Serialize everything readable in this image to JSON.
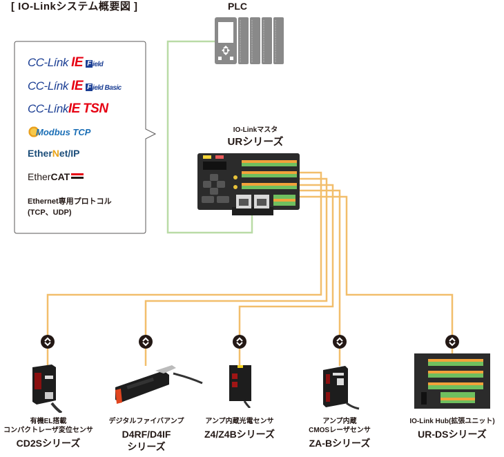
{
  "title": "[ IO-Linkシステム概要図 ]",
  "plc": {
    "label": "PLC"
  },
  "protocols": {
    "items": [
      {
        "name": "cc-link-ie-field",
        "prefix": "CC-Línk",
        "ie": "IE",
        "box": "F",
        "suffix": "ield"
      },
      {
        "name": "cc-link-ie-field-basic",
        "prefix": "CC-Línk",
        "ie": "IE",
        "box": "F",
        "suffix": "ield Basic"
      },
      {
        "name": "cc-link-ie-tsn",
        "prefix": "CC-Línk",
        "ie": "IE",
        "suffix": "TSN"
      },
      {
        "name": "modbus-tcp",
        "text": "Modbus TCP"
      },
      {
        "name": "ethernet-ip",
        "pre": "Ether",
        "n": "N",
        "post": "et/IP"
      },
      {
        "name": "ethercat",
        "pre": "Ether",
        "bold": "CAT"
      }
    ],
    "ethernet_line1": "Ethernet専用プロトコル",
    "ethernet_line2": "(TCP、UDP)"
  },
  "master": {
    "subtitle": "IO-Linkマスタ",
    "title": "URシリーズ"
  },
  "devices": [
    {
      "name": "cd2s",
      "line1": "有機EL搭載",
      "line2": "コンパクトレーザ変位センサ",
      "series": "CD2Sシリーズ"
    },
    {
      "name": "d4rf-d4if",
      "line1": "デジタルファイバアンプ",
      "line2": "",
      "series": "D4RF/D4IF",
      "series2": "シリーズ"
    },
    {
      "name": "z4-z4b",
      "line1": "アンプ内蔵光電センサ",
      "line2": "",
      "series": "Z4/Z4Bシリーズ"
    },
    {
      "name": "za-b",
      "line1": "アンプ内蔵",
      "line2": "CMOSレーザセンサ",
      "series": "ZA-Bシリーズ"
    },
    {
      "name": "ur-ds",
      "line1": "IO-Link Hub(拡張ユニット)",
      "line2": "",
      "series": "UR-DSシリーズ"
    }
  ],
  "colors": {
    "ethernet_line": "#b9dba6",
    "iolink_line": "#f2be6b",
    "callout_border": "#595757",
    "iolink_icon": "#231815"
  }
}
